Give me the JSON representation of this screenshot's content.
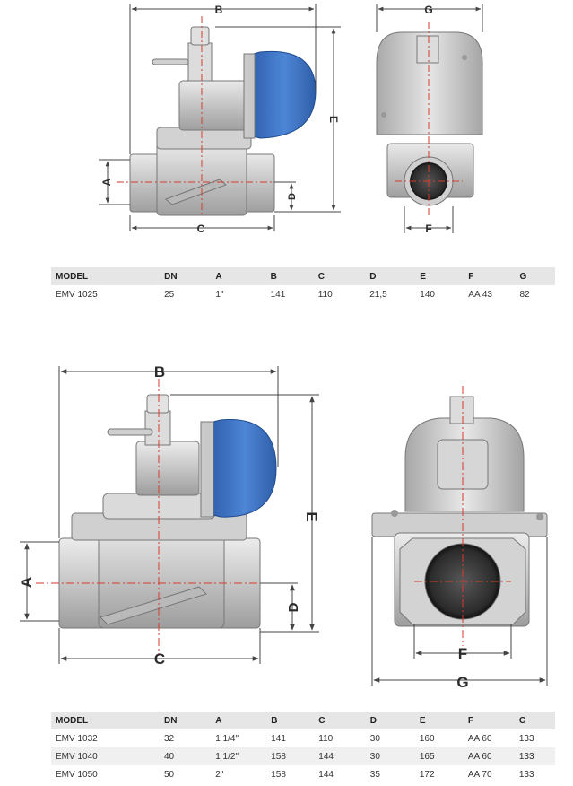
{
  "drawing1": {
    "dimension_labels": {
      "a": "A",
      "b": "B",
      "c": "C",
      "d": "D",
      "e": "E",
      "f": "F",
      "g": "G"
    }
  },
  "table1": {
    "headers": [
      "MODEL",
      "DN",
      "A",
      "B",
      "C",
      "D",
      "E",
      "F",
      "G"
    ],
    "rows": [
      [
        "EMV 1025",
        "25",
        "1\"",
        "141",
        "110",
        "21,5",
        "140",
        "AA 43",
        "82"
      ]
    ]
  },
  "drawing2": {
    "dimension_labels": {
      "a": "A",
      "b": "B",
      "c": "C",
      "d": "D",
      "e": "E",
      "f": "F",
      "g": "G"
    }
  },
  "table2": {
    "headers": [
      "MODEL",
      "DN",
      "A",
      "B",
      "C",
      "D",
      "E",
      "F",
      "G"
    ],
    "rows": [
      [
        "EMV 1032",
        "32",
        "1 1/4\"",
        "141",
        "110",
        "30",
        "160",
        "AA 60",
        "133"
      ],
      [
        "EMV 1040",
        "40",
        "1 1/2\"",
        "158",
        "144",
        "30",
        "165",
        "AA 60",
        "133"
      ],
      [
        "EMV 1050",
        "50",
        "2\"",
        "158",
        "144",
        "35",
        "172",
        "AA 70",
        "133"
      ]
    ]
  },
  "colors": {
    "solenoid_blue": "#3a6fc0",
    "body_metal": "#c9c9c9",
    "dimension_line": "#444444",
    "centerline_red": "#d23c2c",
    "table_header_bg": "#e6e6e6"
  }
}
